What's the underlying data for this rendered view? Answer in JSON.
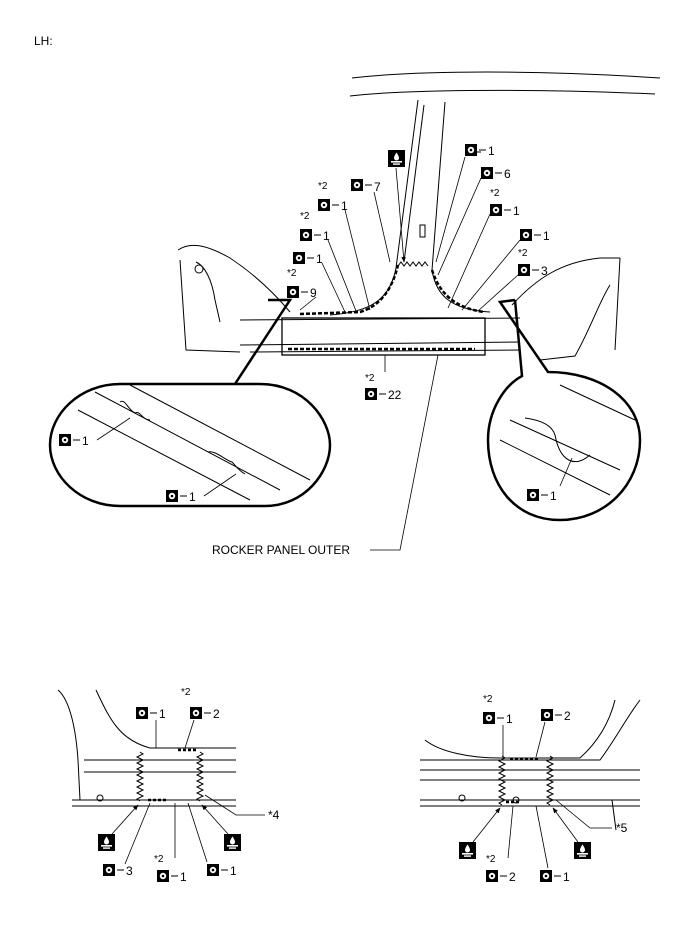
{
  "side_label": "LH:",
  "panel_name": "ROCKER PANEL OUTER",
  "main_callouts": {
    "c1": {
      "star": "",
      "num": "1"
    },
    "c6": {
      "star": "",
      "num": "6"
    },
    "c1b": {
      "star": "*2",
      "num": "1"
    },
    "c1c": {
      "star": "",
      "num": "1"
    },
    "c3": {
      "star": "*2",
      "num": "3"
    },
    "c7": {
      "star": "",
      "num": "7"
    },
    "c1d": {
      "star": "*2",
      "num": "1"
    },
    "c1e": {
      "star": "*2",
      "num": "1"
    },
    "c1f": {
      "star": "",
      "num": "1"
    },
    "c9": {
      "star": "*2",
      "num": "9"
    },
    "c22": {
      "star": "*2",
      "num": "22"
    }
  },
  "detail_left": {
    "a": "1",
    "b": "1"
  },
  "detail_right": {
    "a": "1"
  },
  "bottom_left": {
    "t1": {
      "star": "",
      "num": "1"
    },
    "t2": {
      "star": "*2",
      "num": "2"
    },
    "b3": {
      "star": "",
      "num": "3"
    },
    "b1": {
      "star": "*2",
      "num": "1"
    },
    "b1b": {
      "star": "",
      "num": "1"
    },
    "ref": "*4"
  },
  "bottom_right": {
    "t1": {
      "star": "*2",
      "num": "1"
    },
    "t2": {
      "star": "",
      "num": "2"
    },
    "b2": {
      "star": "*2",
      "num": "2"
    },
    "b1": {
      "star": "",
      "num": "1"
    },
    "ref": "*5"
  },
  "icons": [
    "spot-weld-symbol",
    "sealer-symbol"
  ]
}
